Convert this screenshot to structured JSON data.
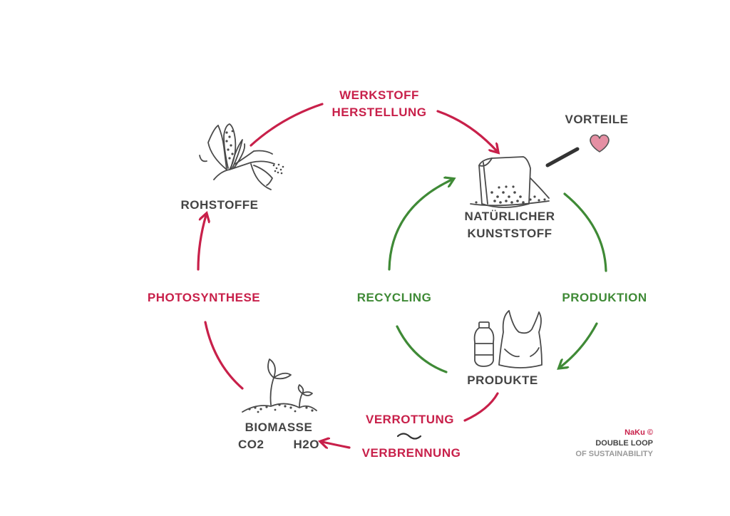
{
  "cycle": {
    "werkstoff_line1": "WERKSTOFF",
    "werkstoff_line2": "HERSTELLUNG",
    "rohstoffe": "ROHSTOFFE",
    "photosynthese": "PHOTOSYNTHESE",
    "biomasse": "BIOMASSE",
    "co2": "CO2",
    "h2o": "H2O",
    "verrottung": "VERROTTUNG",
    "verbrennung": "VERBRENNUNG",
    "natuerlicher_line1": "NATÜRLICHER",
    "natuerlicher_line2": "KUNSTSTOFF",
    "vorteile": "VORTEILE",
    "recycling": "RECYCLING",
    "produktion": "PRODUKTION",
    "produkte": "PRODUKTE"
  },
  "credit": {
    "line1": "NaKu ©",
    "line2": "DOUBLE LOOP",
    "line3": "OF SUSTAINABILITY"
  },
  "colors": {
    "outer_loop": "#c8204a",
    "inner_loop": "#3f8a36",
    "text_dark": "#444444",
    "heart": "#e58fa3"
  },
  "icons": [
    "corn-plant-icon",
    "sack-icon",
    "heart-icon",
    "bottle-icon",
    "bag-icon",
    "seedling-icon",
    "tilde-icon"
  ]
}
